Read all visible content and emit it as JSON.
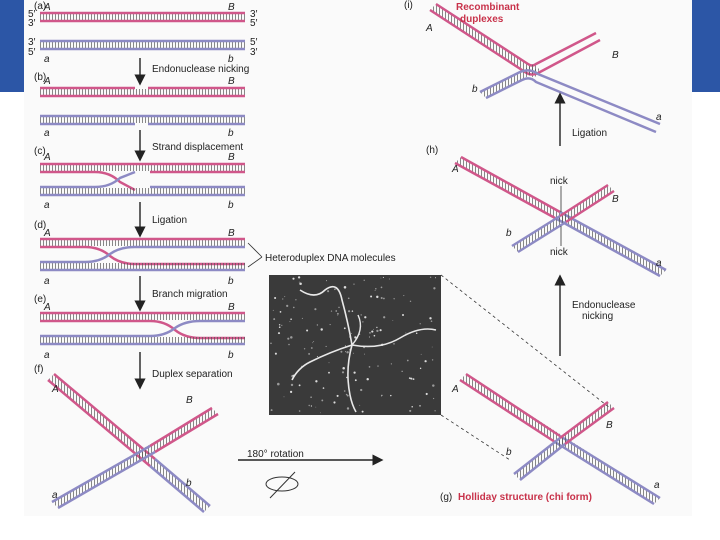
{
  "colors": {
    "banner": "#2c56a6",
    "strand_pink": "#d0578a",
    "strand_blue": "#8d8ac4",
    "label_red": "#c8324a"
  },
  "panels": {
    "a": "(a)",
    "b": "(b)",
    "c": "(c)",
    "d": "(d)",
    "e": "(e)",
    "f": "(f)",
    "h": "(h)",
    "i": "(i)"
  },
  "ends": {
    "five": "5′",
    "three": "3′"
  },
  "alleles": {
    "A": "A",
    "B": "B",
    "a": "a",
    "b": "b"
  },
  "steps": {
    "endonuclease_nicking": "Endonuclease nicking",
    "strand_displacement": "Strand displacement",
    "ligation": "Ligation",
    "branch_migration": "Branch migration",
    "duplex_separation": "Duplex separation",
    "rotation": "180° rotation",
    "ligation_right": "Ligation",
    "endonuclease_right_1": "Endonuclease",
    "endonuclease_right_2": "nicking"
  },
  "labels": {
    "heteroduplex": "Heteroduplex DNA molecules",
    "recombinant_1": "Recombinant",
    "recombinant_2": "duplexes",
    "nick": "nick",
    "holliday_g": "(g)",
    "holliday": "Holliday structure (chi form)"
  }
}
